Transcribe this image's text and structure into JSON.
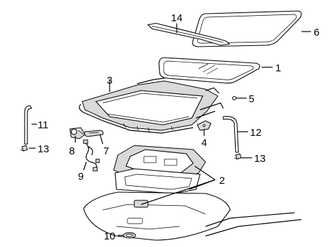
{
  "diagram": {
    "callouts": {
      "c1": "1",
      "c2": "2",
      "c3": "3",
      "c4": "4",
      "c5": "5",
      "c6": "6",
      "c7": "7",
      "c8": "8",
      "c9": "9",
      "c10": "10",
      "c11": "11",
      "c12": "12",
      "c13a": "13",
      "c13b": "13",
      "c14": "14"
    }
  }
}
